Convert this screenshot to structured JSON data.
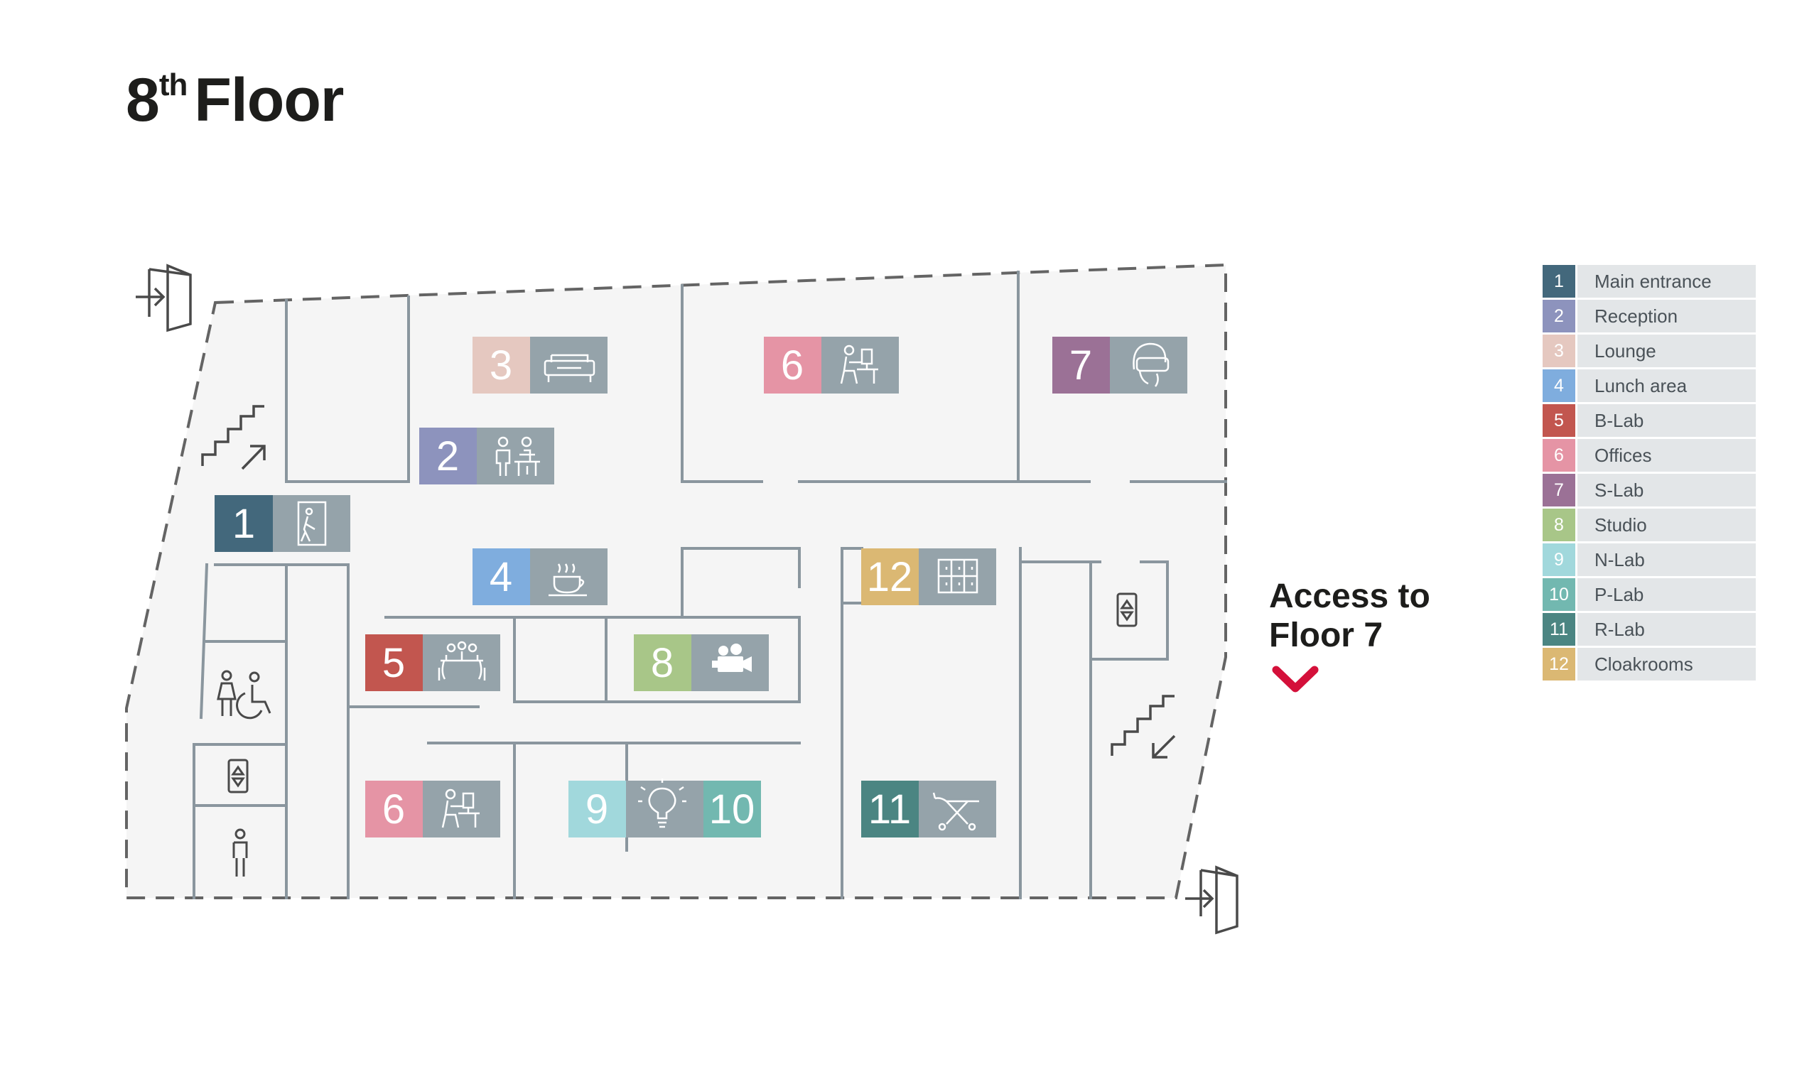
{
  "title": {
    "main": "8",
    "sup": "th",
    "rest": "Floor"
  },
  "access": {
    "line1": "Access to",
    "line2": "Floor 7",
    "arrow_color": "#d4103a"
  },
  "colors": {
    "background_fill": "#f5f5f5",
    "wall": "#8a969e",
    "dash_outline": "#646464",
    "icon_tile": "#95a3aa",
    "icon_line": "#4a4a4a"
  },
  "legend": [
    {
      "num": "1",
      "label": "Main entrance",
      "color": "#43687c"
    },
    {
      "num": "2",
      "label": "Reception",
      "color": "#8d93bd"
    },
    {
      "num": "3",
      "label": "Lounge",
      "color": "#e5c8c0"
    },
    {
      "num": "4",
      "label": "Lunch area",
      "color": "#7fadde"
    },
    {
      "num": "5",
      "label": "B-Lab",
      "color": "#c2564f"
    },
    {
      "num": "6",
      "label": "Offices",
      "color": "#e594a5"
    },
    {
      "num": "7",
      "label": "S-Lab",
      "color": "#9b7196"
    },
    {
      "num": "8",
      "label": "Studio",
      "color": "#a8c688"
    },
    {
      "num": "9",
      "label": "N-Lab",
      "color": "#a1d8dc"
    },
    {
      "num": "10",
      "label": "P-Lab",
      "color": "#72b8b0"
    },
    {
      "num": "11",
      "label": "R-Lab",
      "color": "#4b8582"
    },
    {
      "num": "12",
      "label": "Cloakrooms",
      "color": "#dbb873"
    }
  ],
  "badges": {
    "b1": {
      "num": "1",
      "icon": "walking-person-door-icon",
      "color": "#43687c"
    },
    "b2": {
      "num": "2",
      "icon": "reception-desk-icon",
      "color": "#8d93bd"
    },
    "b3": {
      "num": "3",
      "icon": "sofa-icon",
      "color": "#e5c8c0"
    },
    "b4": {
      "num": "4",
      "icon": "coffee-cup-icon",
      "color": "#7fadde"
    },
    "b5": {
      "num": "5",
      "icon": "meeting-table-icon",
      "color": "#c2564f"
    },
    "b6a": {
      "num": "6",
      "icon": "office-desk-icon",
      "color": "#e594a5"
    },
    "b6b": {
      "num": "6",
      "icon": "office-desk-icon",
      "color": "#e594a5"
    },
    "b7": {
      "num": "7",
      "icon": "vr-headset-icon",
      "color": "#9b7196"
    },
    "b8": {
      "num": "8",
      "icon": "video-camera-icon",
      "color": "#a8c688"
    },
    "b9": {
      "num": "9",
      "icon": "light-bulb-icon",
      "color": "#a1d8dc"
    },
    "b10": {
      "num": "10",
      "icon": "light-bulb-icon",
      "color": "#72b8b0"
    },
    "b11": {
      "num": "11",
      "icon": "hospital-bed-icon",
      "color": "#4b8582"
    },
    "b12": {
      "num": "12",
      "icon": "lockers-icon",
      "color": "#dbb873"
    }
  },
  "map_icons": [
    "entrance-door-icon",
    "exit-door-icon",
    "stairs-up-icon",
    "stairs-down-icon",
    "elevator-icon",
    "restroom-accessible-icon",
    "restroom-male-icon"
  ]
}
